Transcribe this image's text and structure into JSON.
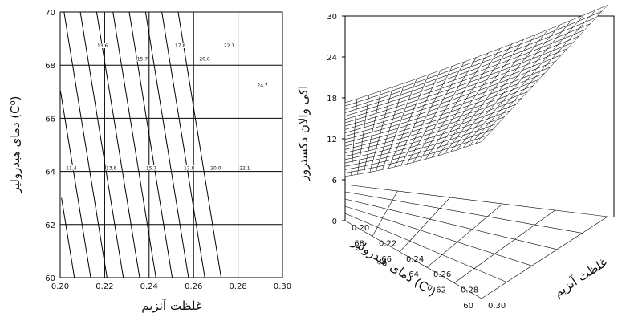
{
  "chart_data": [
    {
      "type": "contour",
      "xlabel": "غلظت آنزیم",
      "ylabel": "دمای هیدرولیز (C⁰)",
      "xlim": [
        0.2,
        0.3
      ],
      "ylim": [
        60,
        70
      ],
      "x_ticks": [
        "0.20",
        "0.22",
        "0.24",
        "0.26",
        "0.28",
        "0.30"
      ],
      "y_ticks": [
        "60",
        "62",
        "64",
        "66",
        "68",
        "70"
      ],
      "grid": true,
      "contour_levels": [
        {
          "label": "11.4",
          "value": 11.4
        },
        {
          "label": "13.6",
          "value": 13.6
        },
        {
          "label": "15.7",
          "value": 15.7
        },
        {
          "label": "17.8",
          "value": 17.8
        },
        {
          "label": "20.0",
          "value": 20.0
        },
        {
          "label": "22.1",
          "value": 22.1
        },
        {
          "label": "24.7",
          "value": 24.7
        }
      ],
      "contour_labels": [
        {
          "text": "13.6",
          "x": 0.219,
          "y": 68.7
        },
        {
          "text": "15.7",
          "x": 0.237,
          "y": 68.2
        },
        {
          "text": "17.8",
          "x": 0.254,
          "y": 68.7
        },
        {
          "text": "20.0",
          "x": 0.265,
          "y": 68.2
        },
        {
          "text": "22.1",
          "x": 0.276,
          "y": 68.7
        },
        {
          "text": "24.7",
          "x": 0.291,
          "y": 67.2
        },
        {
          "text": "11.4",
          "x": 0.205,
          "y": 64.1
        },
        {
          "text": "13.6",
          "x": 0.223,
          "y": 64.1
        },
        {
          "text": "15.7",
          "x": 0.241,
          "y": 64.1
        },
        {
          "text": "17.8",
          "x": 0.258,
          "y": 64.1
        },
        {
          "text": "20.0",
          "x": 0.27,
          "y": 64.1
        },
        {
          "text": "22.1",
          "x": 0.283,
          "y": 64.1
        }
      ]
    },
    {
      "type": "surface3d",
      "zlabel": "اکی والان دکستروز",
      "xlabel": "غلظت آنزیم",
      "ylabel": "دمای هیدرولیز (C⁰)",
      "xlim": [
        0.2,
        0.3
      ],
      "ylim": [
        60,
        70
      ],
      "zlim": [
        0,
        30
      ],
      "x_ticks": [
        "0.20",
        "0.22",
        "0.24",
        "0.26",
        "0.28",
        "0.30"
      ],
      "y_ticks": [
        "60",
        "62",
        "64",
        "66",
        "68"
      ],
      "z_ticks": [
        "0",
        "6",
        "12",
        "18",
        "24",
        "30"
      ],
      "corner_values": {
        "x0_y60": 6.5,
        "x0_y70": 12.0,
        "x1_y60": 23.0,
        "x1_y70": 31.0
      }
    }
  ]
}
